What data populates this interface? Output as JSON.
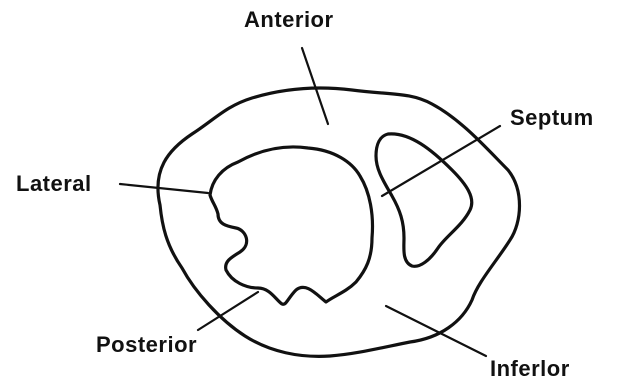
{
  "labels": {
    "anterior": "Anterior",
    "septum": "Septum",
    "lateral": "Lateral",
    "posterior": "Posterior",
    "inferior": "Inferlor"
  }
}
